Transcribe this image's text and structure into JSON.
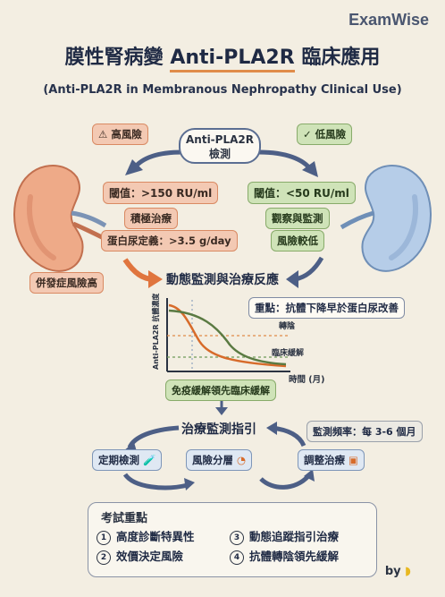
{
  "brand": "ExamWise",
  "title": {
    "prefix": "膜性腎病變",
    "highlight": "Anti-PLA2R",
    "suffix": "臨床應用",
    "subtitle": "(Anti-PLA2R in Membranous Nephropathy Clinical Use)"
  },
  "center": {
    "line1": "Anti-PLA2R",
    "line2": "檢測"
  },
  "high_risk": {
    "label": "高風險",
    "threshold": "閾值：>150 RU/ml",
    "treatment": "積極治療",
    "proteinuria": "蛋白尿定義：>3.5 g/day",
    "complication": "併發症風險高",
    "color": "#e9a98a"
  },
  "low_risk": {
    "label": "低風險",
    "threshold": "閾值：<50 RU/ml",
    "observe": "觀察與監測",
    "risk": "風險較低",
    "color": "#a9c4e2"
  },
  "monitoring": {
    "title": "動態監測與治療反應",
    "key_point": "重點：抗體下降早於蛋白尿改善",
    "y_axis": "Anti-PLA2R 抗體濃度",
    "x_axis": "時間 (月)",
    "label_neg": "轉陰",
    "label_remission": "臨床緩解",
    "footer": "免疫緩解領先臨床緩解"
  },
  "guide": {
    "title": "治療監測指引",
    "frequency": "監測頻率：每 3-6 個月",
    "step1": "定期檢測",
    "step2": "風險分層",
    "step3": "調整治療"
  },
  "exam": {
    "title": "考試重點",
    "items": [
      {
        "num": "1",
        "text": "高度診斷特異性"
      },
      {
        "num": "2",
        "text": "效價決定風險"
      },
      {
        "num": "3",
        "text": "動態追蹤指引治療"
      },
      {
        "num": "4",
        "text": "抗體轉陰領先緩解"
      }
    ]
  },
  "byline": "by"
}
